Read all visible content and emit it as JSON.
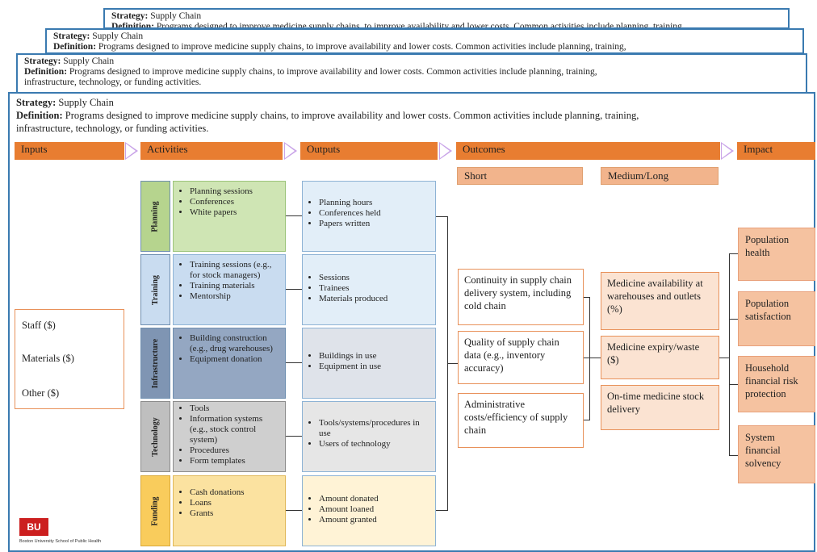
{
  "header": {
    "strategy_label": "Strategy:",
    "strategy_value": "Supply Chain",
    "definition_label": "Definition:",
    "definition_text": "Programs designed to improve medicine supply chains, to improve availability and lower costs. Common activities include planning, training,",
    "definition_text_cont": "infrastructure, technology, or funding activities."
  },
  "stages": {
    "inputs": "Inputs",
    "activities": "Activities",
    "outputs": "Outputs",
    "outcomes": "Outcomes",
    "impact": "Impact",
    "short": "Short",
    "medium_long": "Medium/Long"
  },
  "inputs": [
    "Staff ($)",
    "Materials ($)",
    "Other ($)"
  ],
  "activities": [
    {
      "label": "Planning",
      "items": [
        "Planning sessions",
        "Conferences",
        "White papers"
      ]
    },
    {
      "label": "Training",
      "items": [
        "Training sessions (e.g., for stock managers)",
        "Training materials",
        "Mentorship"
      ]
    },
    {
      "label": "Infrastructure",
      "items": [
        "Building construction (e.g., drug warehouses)",
        "Equipment donation"
      ]
    },
    {
      "label": "Technology",
      "items": [
        "Tools",
        "Information systems (e.g., stock control system)",
        "Procedures",
        "Form templates"
      ]
    },
    {
      "label": "Funding",
      "items": [
        "Cash donations",
        "Loans",
        "Grants"
      ]
    }
  ],
  "outputs": [
    [
      "Planning hours",
      "Conferences held",
      "Papers written"
    ],
    [
      "Sessions",
      "Trainees",
      "Materials produced"
    ],
    [
      "Buildings in use",
      "Equipment in use"
    ],
    [
      "Tools/systems/procedures in use",
      "Users of technology"
    ],
    [
      "Amount donated",
      "Amount loaned",
      "Amount granted"
    ]
  ],
  "short_outcomes": [
    "Continuity in supply chain delivery system, including cold chain",
    "Quality of supply chain data (e.g., inventory accuracy)",
    "Administrative costs/efficiency of supply chain"
  ],
  "medium_outcomes": [
    "Medicine availability at warehouses and outlets (%)",
    "Medicine expiry/waste ($)",
    "On-time medicine stock delivery"
  ],
  "impact": [
    "Population health",
    "Population satisfaction",
    "Household financial risk protection",
    "System financial solvency"
  ],
  "logo": {
    "mark": "BU",
    "text": "Boston University School of Public Health"
  },
  "colors": {
    "stage_orange": "#e87d31",
    "planning": "#cfe5b4",
    "training": "#c9dcf0",
    "infrastructure": "#7f95b3",
    "technology": "#bfbfbf",
    "funding": "#fbd77f"
  }
}
